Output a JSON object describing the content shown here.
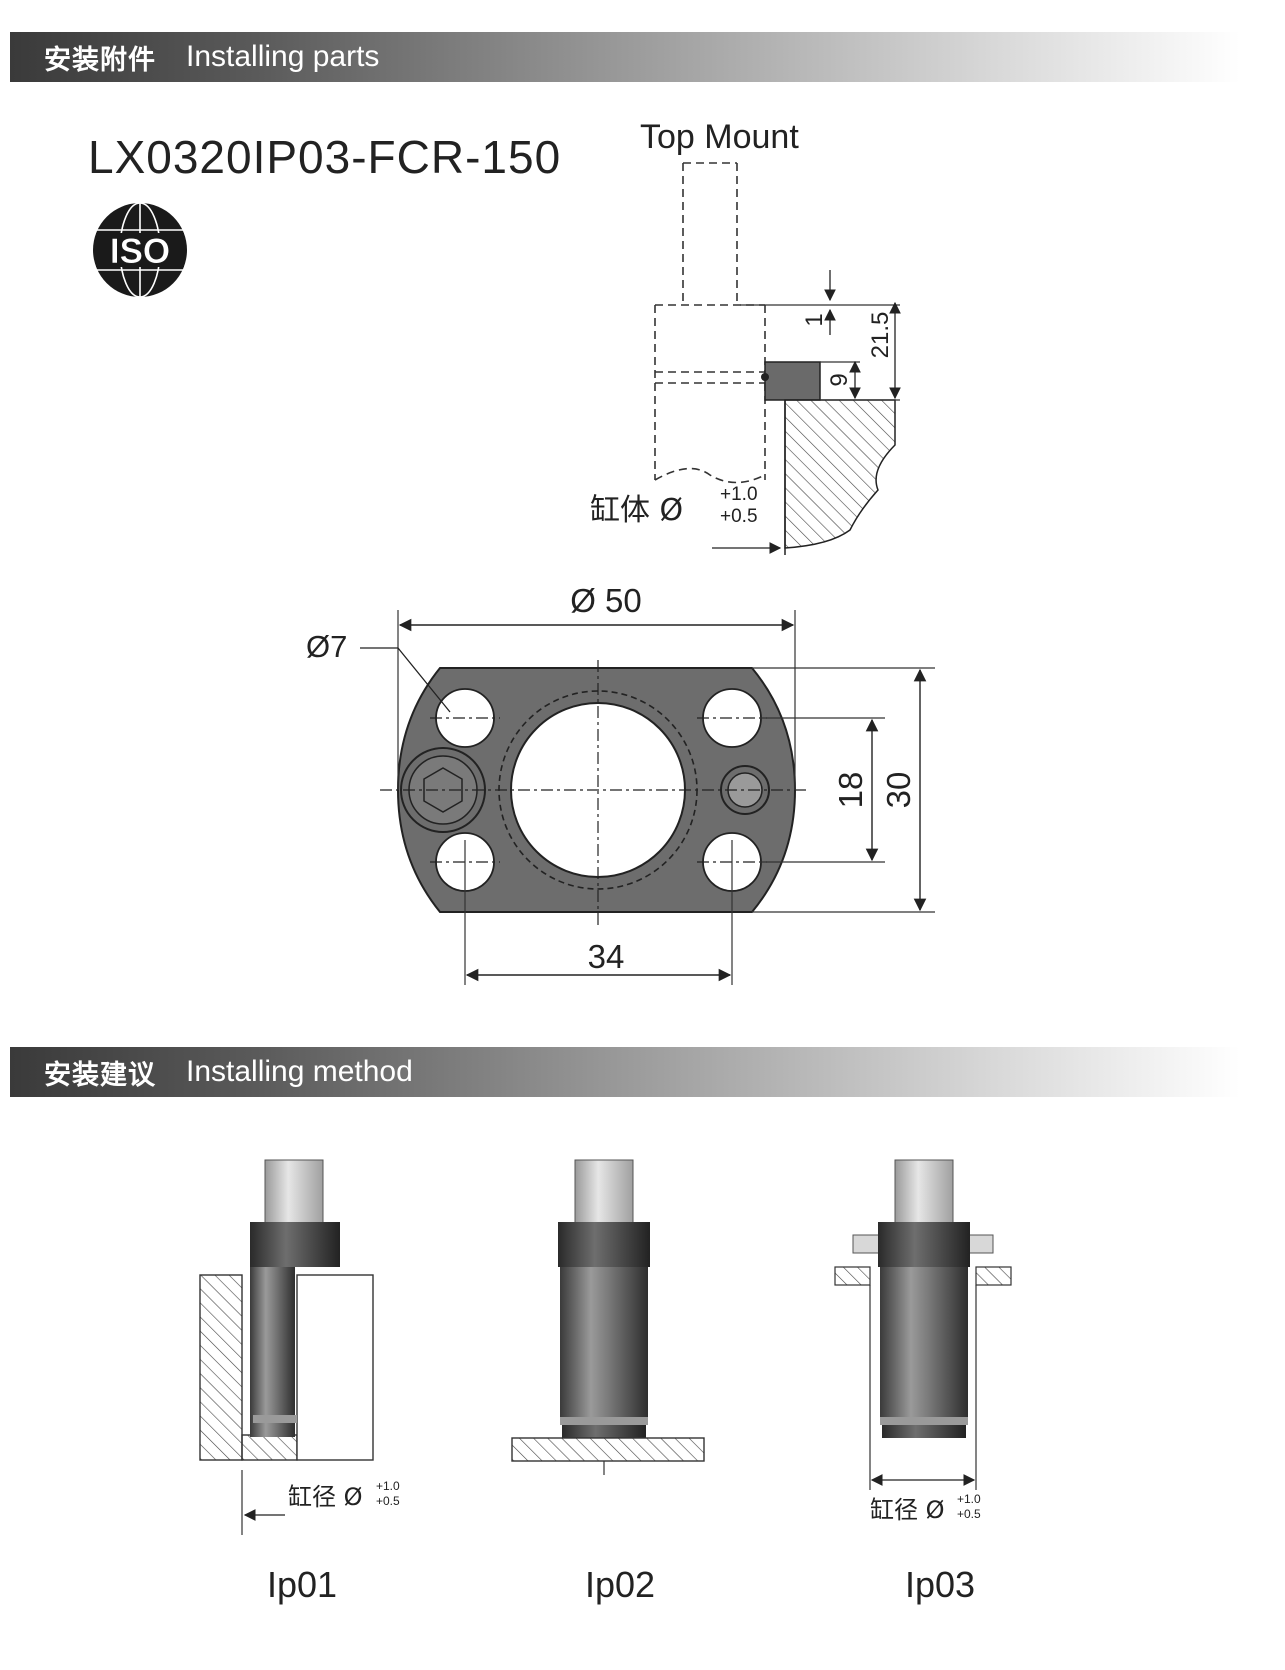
{
  "section1": {
    "cn": "安装附件",
    "en": "Installing parts"
  },
  "section2": {
    "cn": "安装建议",
    "en": "Installing method"
  },
  "model": "LX0320IP03-FCR-150",
  "logo_text": "ISO",
  "top_mount": {
    "title": "Top Mount",
    "dims": {
      "d1": "1",
      "d21": "21.5",
      "d9": "9"
    },
    "bore_label": "缸体 Ø",
    "tol_plus": "+1.0",
    "tol_minus": "+0.5"
  },
  "flange": {
    "dia50": "Ø 50",
    "dia7": "Ø7",
    "dim34": "34",
    "dim18": "18",
    "dim30": "30"
  },
  "methods": [
    {
      "label": "Ip01",
      "bore": "缸径 Ø",
      "tol_plus": "+1.0",
      "tol_minus": "+0.5"
    },
    {
      "label": "Ip02"
    },
    {
      "label": "Ip03",
      "bore": "缸径 Ø",
      "tol_plus": "+1.0",
      "tol_minus": "+0.5"
    }
  ],
  "colors": {
    "band_dark": "#3a3a3a",
    "part_gray": "#6d6d6d",
    "rod_light": "#cfcfcf"
  }
}
